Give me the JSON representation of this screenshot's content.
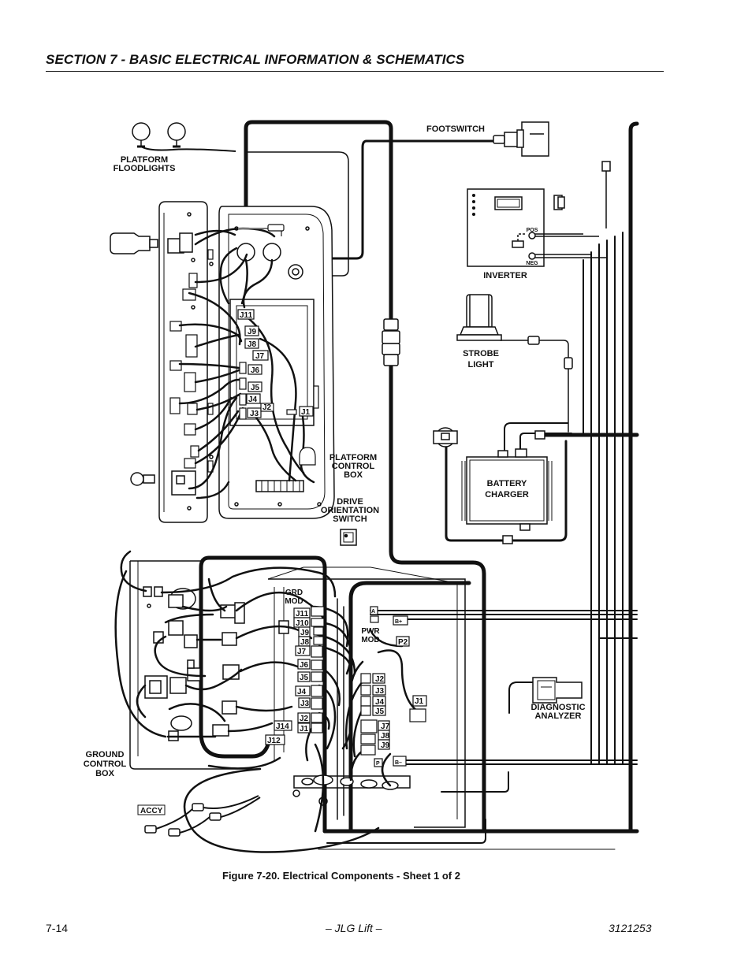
{
  "header": {
    "section_title": "SECTION 7 - BASIC ELECTRICAL INFORMATION & SCHEMATICS"
  },
  "labels": {
    "platform_floodlights": [
      "PLATFORM",
      "FLOODLIGHTS"
    ],
    "footswitch": "FOOTSWITCH",
    "inverter": "INVERTER",
    "pos": "POS",
    "neg": "NEG",
    "strobe_light": [
      "STROBE",
      "LIGHT"
    ],
    "battery_charger": [
      "BATTERY",
      "CHARGER"
    ],
    "platform_control_box": [
      "PLATFORM",
      "CONTROL",
      "BOX"
    ],
    "drive_orientation_switch": [
      "DRIVE",
      "ORIENTATION",
      "SWITCH"
    ],
    "grd_mod": [
      "GRD",
      "MOD"
    ],
    "pwr_mod": [
      "PWR",
      "MOD"
    ],
    "diagnostic_analyzer": [
      "DIAGNOSTIC",
      "ANALYZER"
    ],
    "ground_control_box": [
      "GROUND",
      "CONTROL",
      "BOX"
    ],
    "accy": "ACCY",
    "a": "A",
    "b_plus": "B+",
    "b_minus": "B–",
    "p": "P",
    "p2": "P2"
  },
  "platform_jacks": [
    "J11",
    "J9",
    "J8",
    "J7",
    "J6",
    "J5",
    "J4",
    "J3",
    "J2",
    "J1"
  ],
  "grd_mod_jacks": [
    "J11",
    "J10",
    "J9",
    "J8",
    "J7",
    "J6",
    "J5",
    "J4",
    "J3",
    "J2",
    "J1",
    "J14",
    "J12"
  ],
  "pwr_mod_jacks": [
    "J2",
    "J3",
    "J4",
    "J5",
    "J7",
    "J8",
    "J9",
    "J1"
  ],
  "caption": "Figure 7-20.  Electrical Components - Sheet 1 of 2",
  "footer": {
    "page": "7-14",
    "center": "– JLG Lift –",
    "doc_number": "3121253"
  }
}
